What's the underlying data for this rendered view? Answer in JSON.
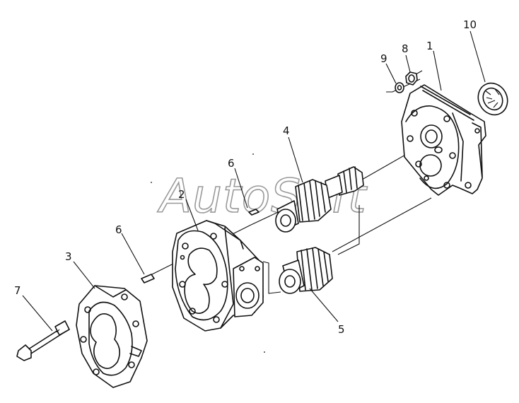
{
  "watermark": "AutoSoft",
  "callouts": [
    {
      "id": "callout-1",
      "text": "1"
    },
    {
      "id": "callout-2",
      "text": "2"
    },
    {
      "id": "callout-3",
      "text": "3"
    },
    {
      "id": "callout-4",
      "text": "4"
    },
    {
      "id": "callout-5",
      "text": "5"
    },
    {
      "id": "callout-6a",
      "text": "6"
    },
    {
      "id": "callout-6b",
      "text": "6"
    },
    {
      "id": "callout-7",
      "text": "7"
    },
    {
      "id": "callout-8",
      "text": "8"
    },
    {
      "id": "callout-9",
      "text": "9"
    },
    {
      "id": "callout-10",
      "text": "10"
    }
  ]
}
